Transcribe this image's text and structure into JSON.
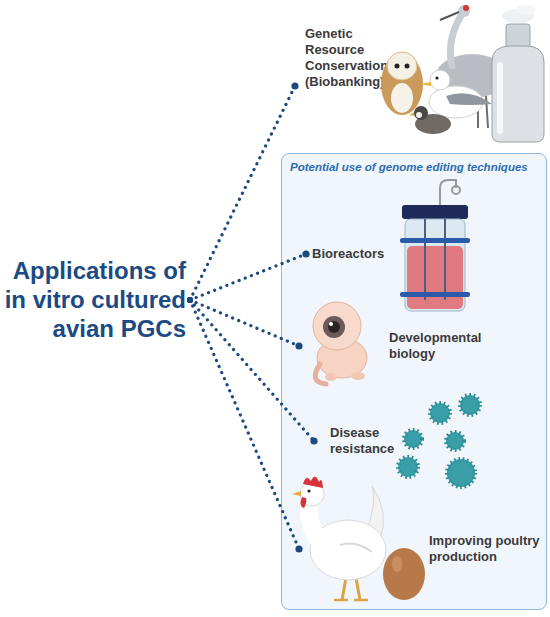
{
  "diagram": {
    "nodes": [
      {
        "text": [
          "Applications of in vitro cultured avian PGCs"
        ]
      },
      {
        "text": [
          "Genetic Resource Conservation (Biobanking)"
        ]
      },
      {
        "text": [
          "Potential use of genome editing techniques"
        ]
      },
      {
        "text": [
          "Bioreactors"
        ],
        "in": 2
      },
      {
        "text": [
          "Developmental biology"
        ],
        "in": 2
      },
      {
        "text": [
          "Disease resistance"
        ],
        "in": 2
      },
      {
        "text": [
          "Improving poultry production"
        ],
        "in": 2
      }
    ],
    "edges": [
      {
        "from": 0,
        "to": 1,
        "arrow": "none"
      },
      {
        "from": 0,
        "to": 3,
        "arrow": "none"
      },
      {
        "from": 0,
        "to": 4,
        "arrow": "none"
      },
      {
        "from": 0,
        "to": 5,
        "arrow": "none"
      },
      {
        "from": 0,
        "to": 6,
        "arrow": "none"
      }
    ]
  }
}
